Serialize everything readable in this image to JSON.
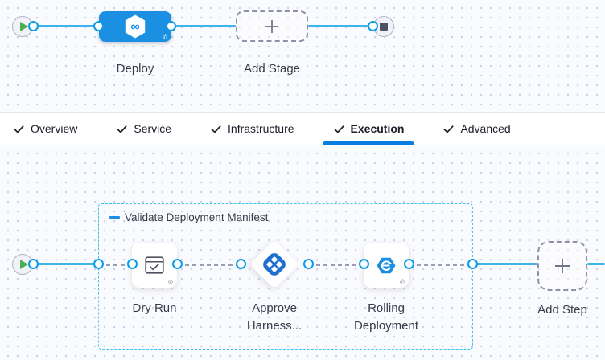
{
  "colors": {
    "stage_blue": "#1b90e3",
    "approve_icon_blue": "#1d70d0",
    "line_blue": "#3db5ea",
    "active_tab_underline": "#0b7de0",
    "group_border_cyan": "#3ec6e8",
    "play_green": "#4cae50"
  },
  "stage_pipeline": {
    "stage_label": "Deploy",
    "add_stage_label": "Add Stage",
    "code_glyph": "‹/›"
  },
  "tabs": [
    {
      "label": "Overview",
      "active": false
    },
    {
      "label": "Service",
      "active": false
    },
    {
      "label": "Infrastructure",
      "active": false
    },
    {
      "label": "Execution",
      "active": true
    },
    {
      "label": "Advanced",
      "active": false
    }
  ],
  "execution": {
    "group_label": "Validate Deployment Manifest",
    "steps": [
      {
        "label": "Dry Run"
      },
      {
        "label": "Approve Harness..."
      },
      {
        "label": "Rolling Deployment"
      }
    ],
    "add_step_label": "Add Step",
    "code_glyph": "‹/›"
  }
}
